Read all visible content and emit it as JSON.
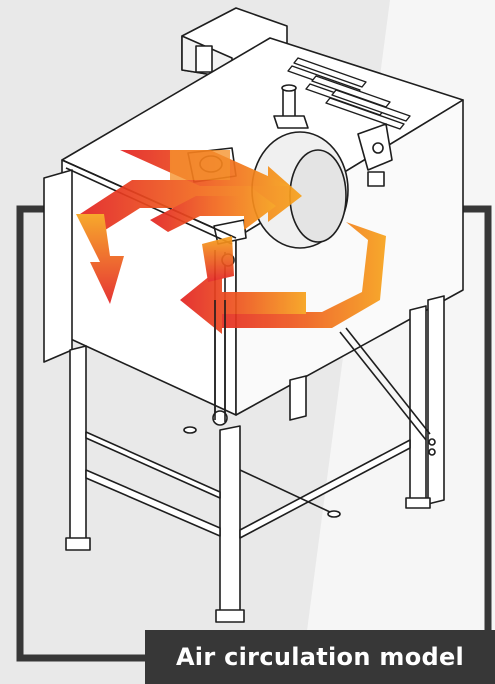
{
  "caption": {
    "text": "Air circulation model"
  },
  "colors": {
    "background_left": "#e9e9e9",
    "background_right": "#f6f6f6",
    "frame": "#373737",
    "line": "#1e1e1e",
    "metal": "#ffffff",
    "airflow_hot": "#e32222",
    "airflow_warm": "#f7a21b"
  },
  "icons": [
    "oven-drawing",
    "airflow-arrow",
    "fan-housing",
    "control-box"
  ]
}
